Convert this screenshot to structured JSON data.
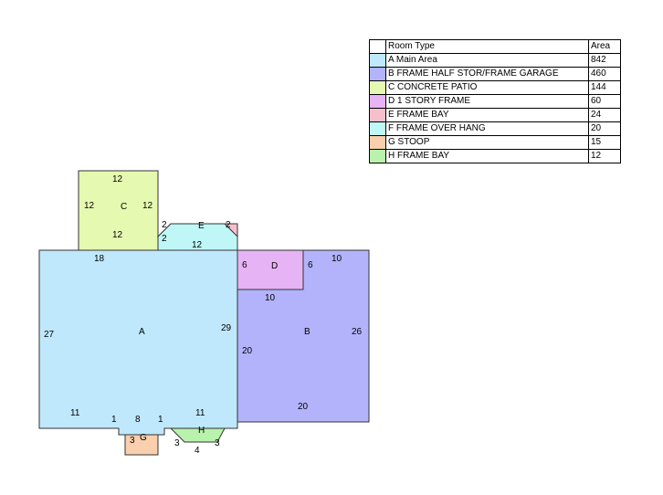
{
  "legend": {
    "header_type": "Room Type",
    "header_area": "Area",
    "rows": [
      {
        "name": "A Main Area",
        "area": "842",
        "color": "#bfe8fd"
      },
      {
        "name": "B FRAME HALF STOR/FRAME GARAGE",
        "area": "460",
        "color": "#b3b3fb"
      },
      {
        "name": "C CONCRETE PATIO",
        "area": "144",
        "color": "#e6f9b0"
      },
      {
        "name": "D 1 STORY FRAME",
        "area": "60",
        "color": "#e6b3f5"
      },
      {
        "name": "E FRAME BAY",
        "area": "24",
        "color": "#f7bfcc"
      },
      {
        "name": "F FRAME OVER HANG",
        "area": "20",
        "color": "#bff7f7"
      },
      {
        "name": "G STOOP",
        "area": "15",
        "color": "#f9cfae"
      },
      {
        "name": "H FRAME BAY",
        "area": "12",
        "color": "#b8f2ad"
      }
    ]
  },
  "plan": {
    "rooms": {
      "A": {
        "label": "A",
        "color": "#bfe8fd"
      },
      "B": {
        "label": "B",
        "color": "#b3b3fb"
      },
      "C": {
        "label": "C",
        "color": "#e6f9b0"
      },
      "D": {
        "label": "D",
        "color": "#e6b3f5"
      },
      "E": {
        "label": "E",
        "color": "#f7bfcc"
      },
      "F": {
        "label": "",
        "color": "#bff7f7"
      },
      "G": {
        "label": "G",
        "color": "#f9cfae"
      },
      "H": {
        "label": "H",
        "color": "#b8f2ad"
      }
    },
    "dims": {
      "a_left": "27",
      "a_top": "18",
      "a_right": "29",
      "a_bottom_left": "11",
      "a_bottom_right": "11",
      "a_notch_left": "1",
      "a_notch_bottom": "8",
      "a_notch_right": "1",
      "c_top": "12",
      "c_left": "12",
      "c_right": "12",
      "c_bottom": "12",
      "e_left": "2",
      "e_right": "2",
      "f_left": "2",
      "f_bottom": "12",
      "d_left": "6",
      "d_right": "6",
      "d_bottom": "10",
      "b_top": "10",
      "b_right": "26",
      "b_bottom": "20",
      "b_left": "20",
      "g_left": "3",
      "h_left": "3",
      "h_bottom": "4",
      "h_right": "3"
    }
  }
}
